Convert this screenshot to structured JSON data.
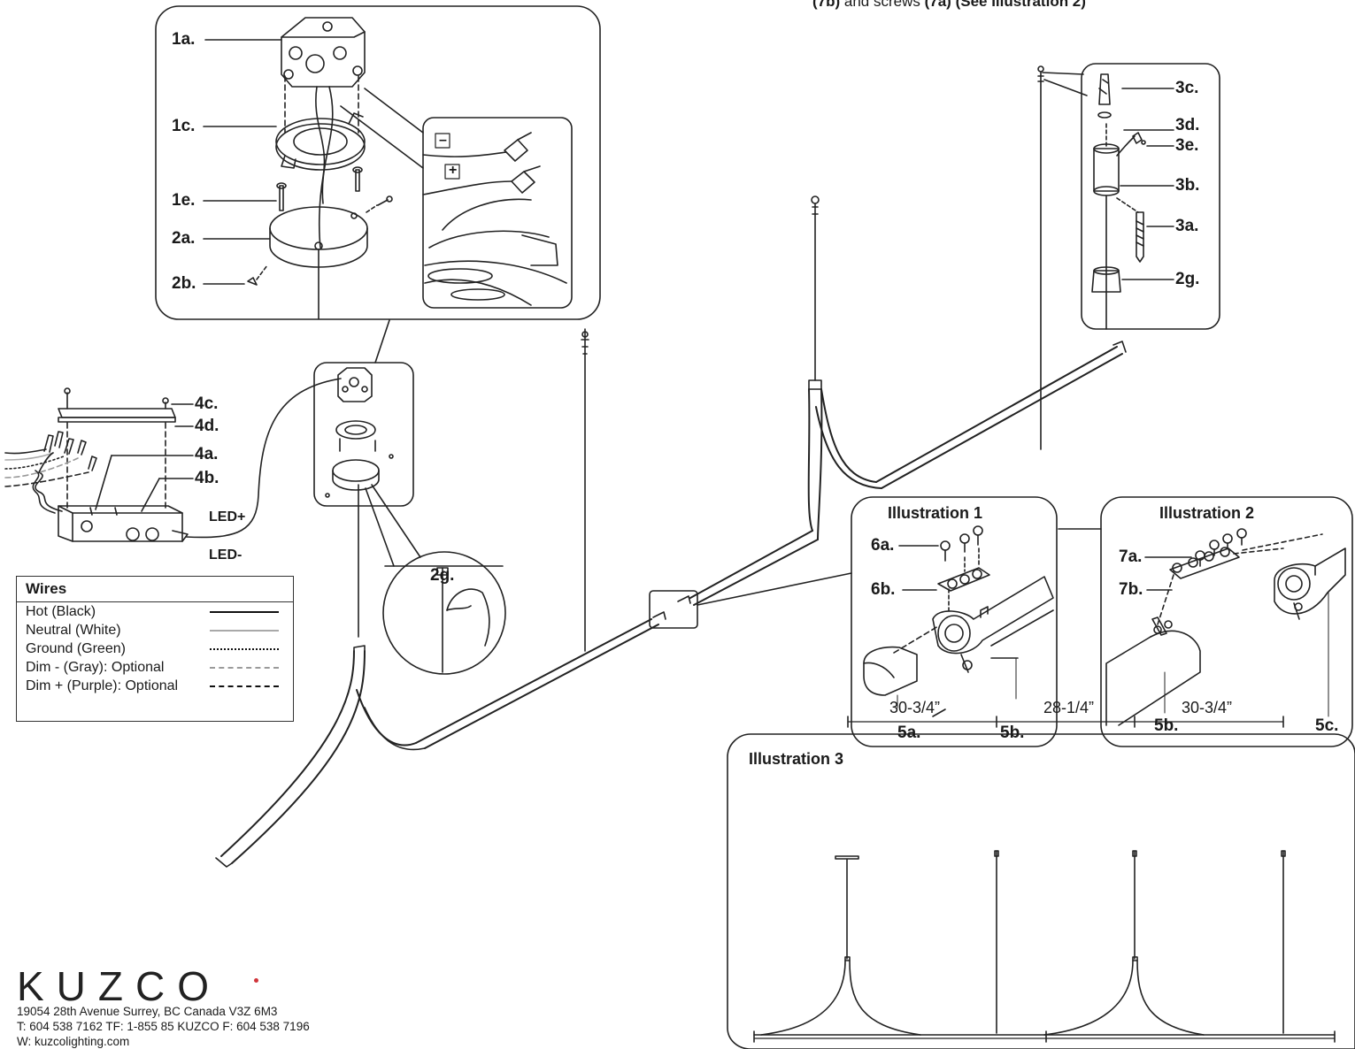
{
  "header_note": {
    "part1": "(7b)",
    "part2": " and screws ",
    "part3": "(7a) (See Illustration 2)"
  },
  "part_labels": {
    "p1a": "1a.",
    "p1c": "1c.",
    "p1e": "1e.",
    "p2a": "2a.",
    "p2b": "2b.",
    "p3c": "3c.",
    "p3d": "3d.",
    "p3e": "3e.",
    "p3b": "3b.",
    "p3a": "3a.",
    "p2g_top": "2g.",
    "p4c": "4c.",
    "p4d": "4d.",
    "p4a": "4a.",
    "p4b": "4b.",
    "led_plus": "LED+",
    "led_minus": "LED-",
    "p2g": "2g.",
    "p6a": "6a.",
    "p6b": "6b.",
    "p5a": "5a.",
    "p5b_1": "5b.",
    "p7a": "7a.",
    "p7b": "7b.",
    "p5b_2": "5b.",
    "p5c": "5c.",
    "minus_sign": "–",
    "plus_sign": "+"
  },
  "illustrations": {
    "ill1": "Illustration 1",
    "ill2": "Illustration 2",
    "ill3": "Illustration 3"
  },
  "dimensions": [
    "30-3/4”",
    "28-1/4”",
    "30-3/4”"
  ],
  "wires": {
    "title": "Wires",
    "rows": [
      {
        "label": "Hot (Black)",
        "style": "solid",
        "color": "#111111"
      },
      {
        "label": "Neutral (White)",
        "style": "solid",
        "color": "#a9a9a9"
      },
      {
        "label": "Ground (Green)",
        "style": "dotted",
        "color": "#111111"
      },
      {
        "label": "Dim - (Gray): Optional",
        "style": "dashed",
        "color": "#9a9a9a"
      },
      {
        "label": "Dim + (Purple): Optional",
        "style": "dashed",
        "color": "#111111"
      }
    ]
  },
  "brand": {
    "name": "KUZCO",
    "address": "19054 28th Avenue Surrey, BC Canada V3Z 6M3",
    "phone": "T: 604 538 7162  TF: 1-855 85 KUZCO F: 604 538 7196",
    "web": "W: kuzcolighting.com",
    "accent_color": "#d0343a"
  }
}
